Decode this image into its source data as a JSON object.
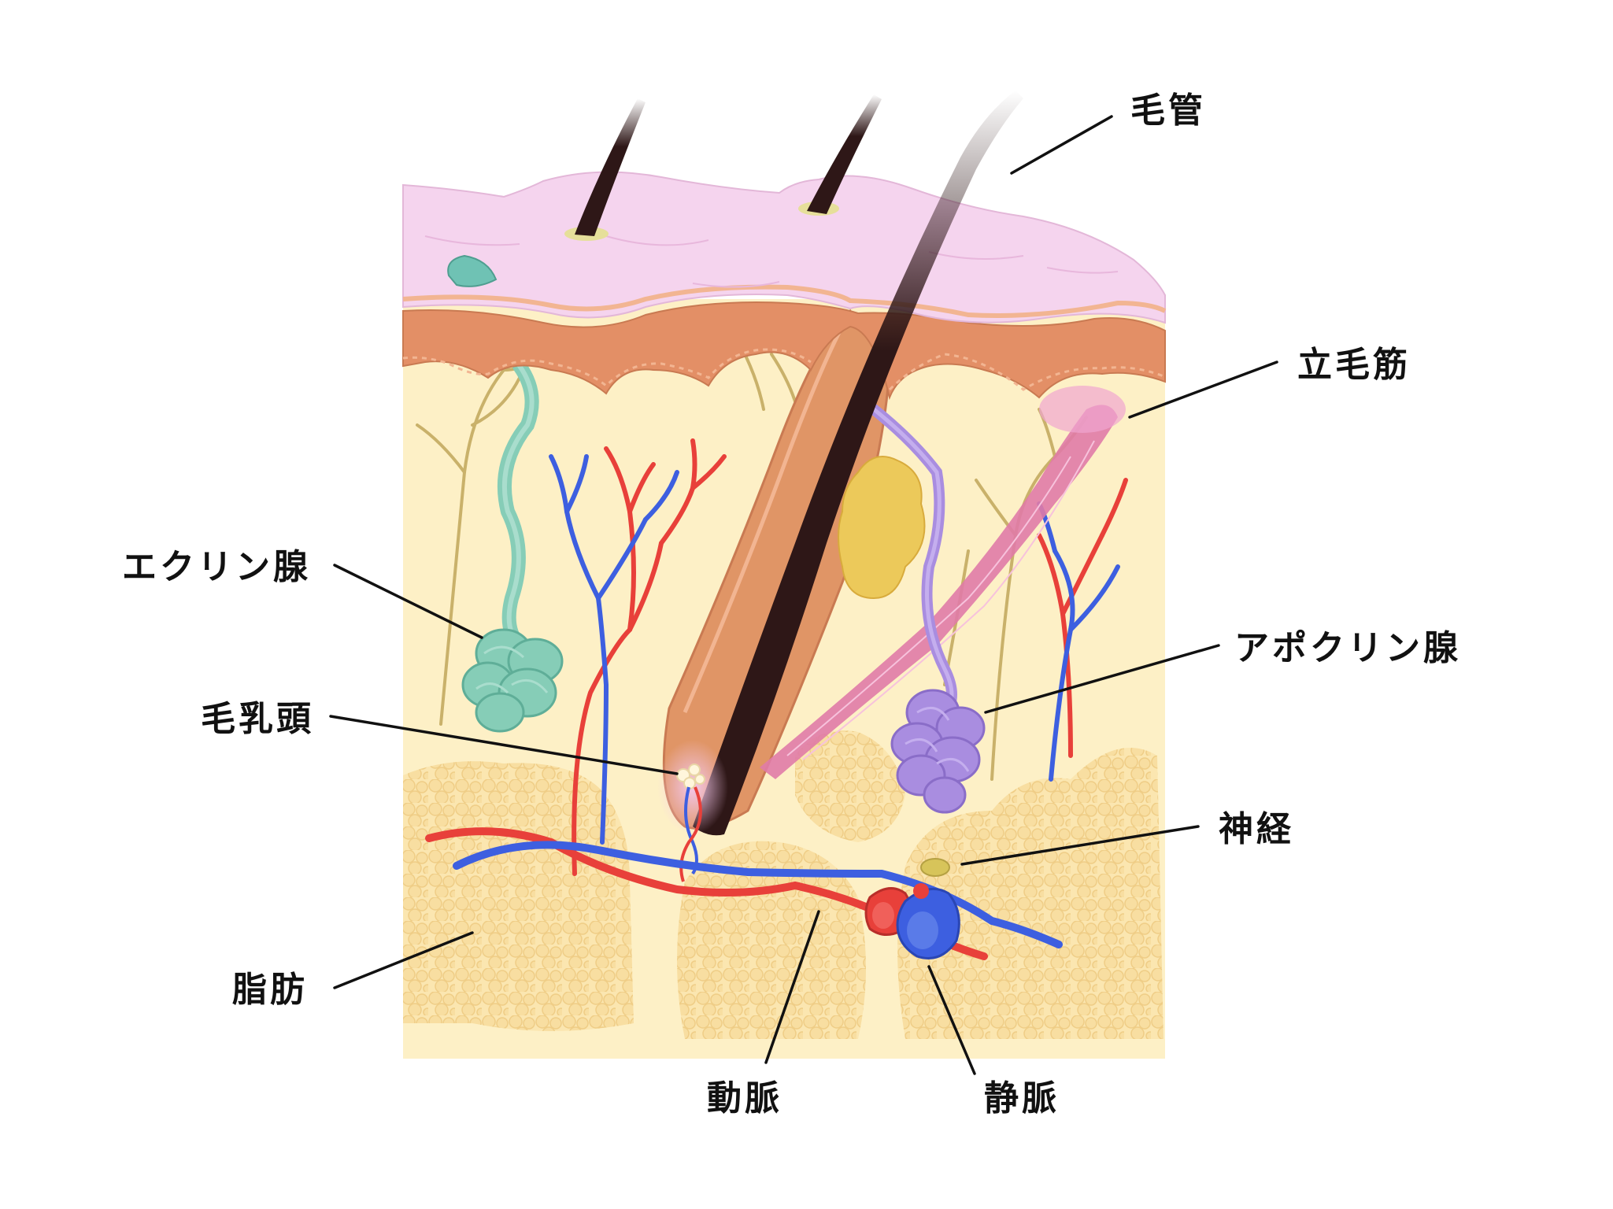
{
  "diagram": {
    "labels": {
      "hair_canal": "毛管",
      "arrector_pili": "立毛筋",
      "eccrine_gland": "エクリン腺",
      "apocrine_gland": "アポクリン腺",
      "dermal_papilla": "毛乳頭",
      "nerve": "神経",
      "fat": "脂肪",
      "artery": "動脈",
      "vein": "静脈"
    },
    "colors": {
      "epidermis": "#f5d4ee",
      "dermis_band": "#e38f66",
      "dermis": "#fdf0c6",
      "fat": "#f8e0a4",
      "hair": "#2e1717",
      "artery": "#e8403a",
      "vein": "#3d5fe0",
      "nerve": "#c9b16a",
      "eccrine": "#86cdb7",
      "apocrine": "#a98de0",
      "sebaceous": "#ecc95a",
      "muscle": "#e07ba7"
    }
  }
}
